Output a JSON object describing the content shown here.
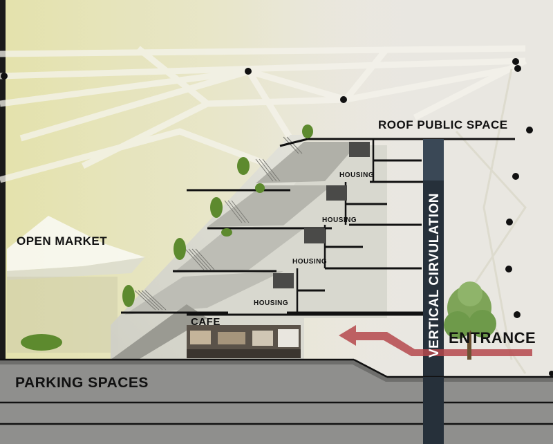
{
  "labels": {
    "open_market": "OPEN MARKET",
    "roof_public_space": "ROOF PUBLIC SPACE",
    "cafe": "CAFE",
    "entrance": "ENTRANCE",
    "parking_spaces": "PARKING SPACES",
    "vertical_circulation": "VERTICAL CIRVULATION",
    "housing": [
      "HOUSING",
      "HOUSING",
      "HOUSING",
      "HOUSING"
    ]
  },
  "colors": {
    "background": "#e8e6df",
    "warm_haze": "#e7e4a8",
    "concrete": "#8f8f8d",
    "floor_line": "#111111",
    "circulation_core": "#26303a",
    "entrance_arrow": "#b5484c",
    "foliage": "#5d8a2e",
    "tree": "#6e9a4a"
  }
}
